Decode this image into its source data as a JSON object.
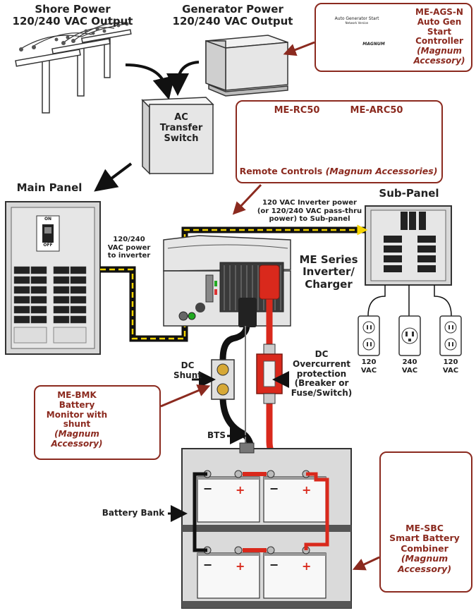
{
  "shore_power": {
    "line1": "Shore Power",
    "line2": "120/240 VAC Output"
  },
  "generator_power": {
    "line1": "Generator Power",
    "line2": "120/240 VAC Output"
  },
  "ags": {
    "line1": "ME-AGS-N",
    "line2": "Auto Gen",
    "line3": "Start",
    "line4": "Controller",
    "line5": "(Magnum",
    "line6": "Accessory)",
    "device_title": "Auto Generator Start",
    "device_subtitle": "Network Version",
    "device_brand": "MAGNUM"
  },
  "transfer_switch": {
    "line1": "AC",
    "line2": "Transfer",
    "line3": "Switch"
  },
  "remotes": {
    "rc50": "ME-RC50",
    "arc50": "ME-ARC50",
    "caption_main": "Remote Controls ",
    "caption_italic": "(Magnum Accessories)"
  },
  "main_panel": {
    "title": "Main Panel",
    "on": "ON",
    "off": "OFF"
  },
  "ac_in": {
    "line1": "120/240",
    "line2": "VAC power",
    "line3": "to inverter"
  },
  "sub_feed": {
    "line1": "120 VAC Inverter power",
    "line2": "(or 120/240 VAC pass-thru",
    "line3": "power) to Sub-panel"
  },
  "sub_panel": {
    "title": "Sub-Panel"
  },
  "inverter": {
    "line1": "ME Series",
    "line2": "Inverter/",
    "line3": "Charger"
  },
  "outlets": [
    {
      "v": "120",
      "u": "VAC"
    },
    {
      "v": "240",
      "u": "VAC"
    },
    {
      "v": "120",
      "u": "VAC"
    }
  ],
  "dc_shunt": {
    "line1": "DC",
    "line2": "Shunt"
  },
  "dc_ocp": {
    "line1": "DC",
    "line2": "Overcurrent",
    "line3": "protection",
    "line4": "(Breaker or",
    "line5": "Fuse/Switch)"
  },
  "bmk": {
    "line1": "ME-BMK",
    "line2": "Battery",
    "line3": "Monitor with",
    "line4": "shunt",
    "line5": "(Magnum",
    "line6": "Accessory)"
  },
  "bts": {
    "label": "BTS"
  },
  "battery_bank": {
    "label": "Battery Bank"
  },
  "sbc": {
    "line1": "ME-SBC",
    "line2": "Smart Battery",
    "line3": "Combiner",
    "line4": "(Magnum",
    "line5": "Accessory)"
  },
  "colors": {
    "accent": "#8b2a1f",
    "positive": "#d9291c",
    "negative": "#111111",
    "ac_wire": "#f5d400",
    "panel": "#e2e2e2"
  }
}
